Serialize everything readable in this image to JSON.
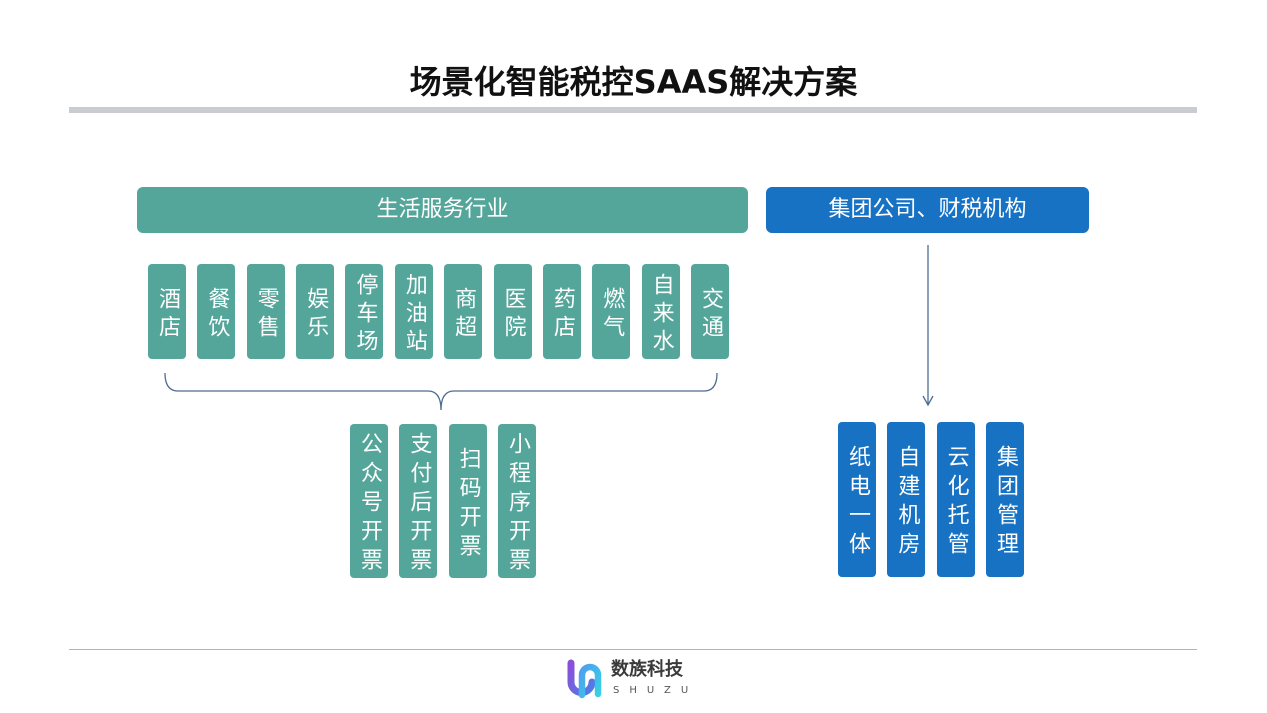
{
  "title": "场景化智能税控SAAS解决方案",
  "life_services": {
    "header": "生活服务行业",
    "industries": [
      "酒店",
      "餐饮",
      "零售",
      "娱乐",
      "停车场",
      "加油站",
      "商超",
      "医院",
      "药店",
      "燃气",
      "自来水",
      "交通"
    ],
    "invoicing_methods": [
      "公众号开票",
      "支付后开票",
      "扫码开票",
      "小程序开票"
    ]
  },
  "group_finance": {
    "header": "集团公司、财税机构",
    "solutions": [
      "纸电一体",
      "自建机房",
      "云化托管",
      "集团管理"
    ]
  },
  "footer": {
    "logo_icon": "shuzu-logo-icon",
    "company_name": "数族科技",
    "company_latin": "SHUZU"
  },
  "colors": {
    "teal": "#55a69a",
    "blue": "#1772c4",
    "connector": "#4f6b91",
    "title_bar": "#c9ccd1",
    "footer_rule": "#b3b3b3"
  }
}
